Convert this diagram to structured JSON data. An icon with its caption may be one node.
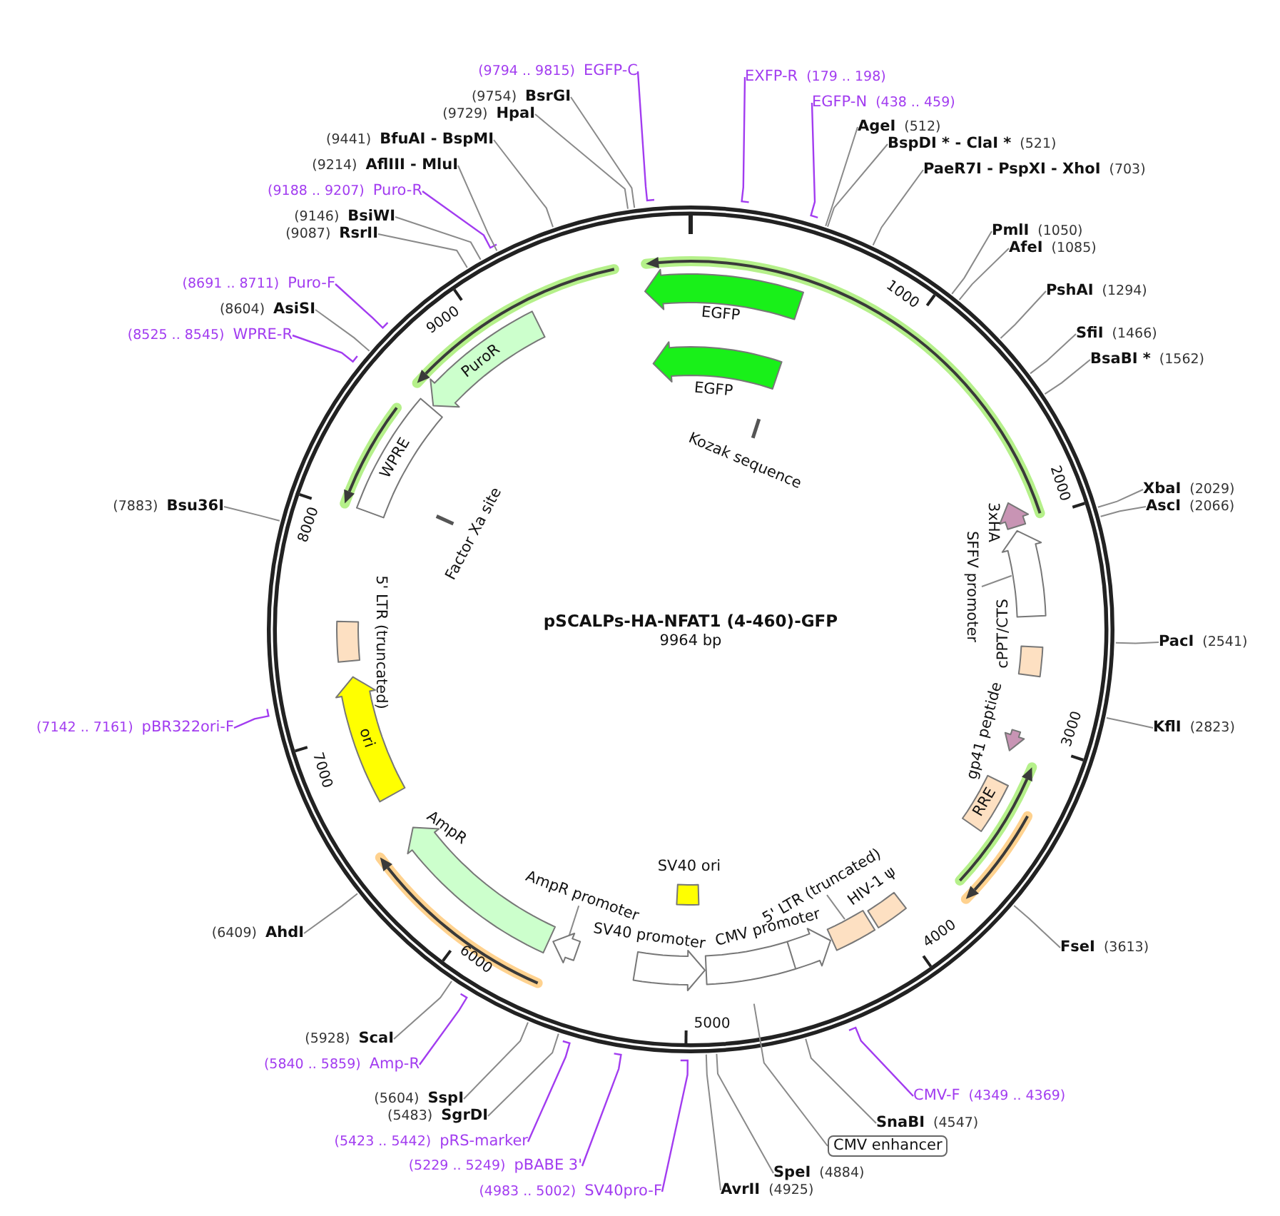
{
  "diagram": {
    "title": "pSCALPs-HA-NFAT1 (4-460)-GFP",
    "nodes": [
      {
        "text": [
          "EXFP-R",
          "(179 .. 198)"
        ]
      },
      {
        "text": [
          "EGFP-N",
          "(438 .. 459)"
        ]
      },
      {
        "text": [
          "AgeI",
          "(512)"
        ]
      },
      {
        "text": [
          "BspDI * - ClaI *",
          "(521)"
        ]
      },
      {
        "text": [
          "PaeR7I - PspXI - XhoI",
          "(703)"
        ]
      },
      {
        "text": [
          "PmlI",
          "(1050)"
        ]
      },
      {
        "text": [
          "AfeI",
          "(1085)"
        ]
      },
      {
        "text": [
          "PshAI",
          "(1294)"
        ]
      },
      {
        "text": [
          "SfiI",
          "(1466)"
        ]
      },
      {
        "text": [
          "BsaBI *",
          "(1562)"
        ]
      },
      {
        "text": [
          "XbaI",
          "(2029)"
        ]
      },
      {
        "text": [
          "AscI",
          "(2066)"
        ]
      },
      {
        "text": [
          "PacI",
          "(2541)"
        ]
      },
      {
        "text": [
          "KflI",
          "(2823)"
        ]
      },
      {
        "text": [
          "FseI",
          "(3613)"
        ]
      },
      {
        "text": [
          "CMV-F",
          "(4349 .. 4369)"
        ]
      },
      {
        "text": [
          "SnaBI",
          "(4547)"
        ]
      },
      {
        "text": [
          "CMV enhancer"
        ]
      },
      {
        "text": [
          "SpeI",
          "(4884)"
        ]
      },
      {
        "text": [
          "AvrII",
          "(4925)"
        ]
      },
      {
        "text": [
          "(4983 .. 5002)",
          "SV40pro-F"
        ]
      },
      {
        "text": [
          "(5229 .. 5249)",
          "pBABE 3'"
        ]
      },
      {
        "text": [
          "(5423 .. 5442)",
          "pRS-marker"
        ]
      },
      {
        "text": [
          "(5483)",
          "SgrDI"
        ]
      },
      {
        "text": [
          "(5604)",
          "SspI"
        ]
      },
      {
        "text": [
          "(5840 .. 5859)",
          "Amp-R"
        ]
      },
      {
        "text": [
          "(5928)",
          "ScaI"
        ]
      },
      {
        "text": [
          "(6409)",
          "AhdI"
        ]
      },
      {
        "text": [
          "(7142 .. 7161)",
          "pBR322ori-F"
        ]
      },
      {
        "text": [
          "(7883)",
          "Bsu36I"
        ]
      },
      {
        "text": [
          "(8525 .. 8545)",
          "WPRE-R"
        ]
      },
      {
        "text": [
          "(8604)",
          "AsiSI"
        ]
      },
      {
        "text": [
          "(8691 .. 8711)",
          "Puro-F"
        ]
      },
      {
        "text": [
          "(9087)",
          "RsrII"
        ]
      },
      {
        "text": [
          "(9146)",
          "BsiWI"
        ]
      },
      {
        "text": [
          "(9188 .. 9207)",
          "Puro-R"
        ]
      },
      {
        "text": [
          "(9214)",
          "AflIII - MluI"
        ]
      },
      {
        "text": [
          "(9441)",
          "BfuAI - BspMI"
        ]
      },
      {
        "text": [
          "(9729)",
          "HpaI"
        ]
      },
      {
        "text": [
          "(9754)",
          "BsrGI"
        ]
      },
      {
        "text": [
          "(9794 .. 9815)",
          "EGFP-C"
        ]
      },
      {
        "text": [
          "EGFP"
        ]
      },
      {
        "text": [
          "EGFP"
        ]
      },
      {
        "text": [
          "Kozak sequence"
        ]
      },
      {
        "text": [
          "3xHA"
        ]
      },
      {
        "text": [
          "SFFV promoter"
        ]
      },
      {
        "text": [],
        "shape": "arrow"
      },
      {
        "text": [
          "cPPT/CTS"
        ]
      },
      {
        "text": [
          "gp41 peptide"
        ]
      },
      {
        "text": [
          "RRE"
        ]
      },
      {
        "text": [
          "HIV-1 ψ"
        ]
      },
      {
        "text": [
          "5' LTR (truncated)"
        ]
      },
      {
        "text": [],
        "shape": "box"
      },
      {
        "text": [
          "CMV promoter"
        ]
      },
      {
        "text": [
          "SV40 ori"
        ]
      },
      {
        "text": [
          "SV40 promoter"
        ]
      },
      {
        "text": [
          "AmpR promoter"
        ]
      },
      {
        "text": [],
        "shape": "arrow"
      },
      {
        "text": [
          "AmpR"
        ]
      },
      {
        "text": [
          "ori"
        ]
      },
      {
        "text": [
          "5' LTR (truncated)"
        ]
      },
      {
        "text": [
          "Factor Xa site"
        ]
      },
      {
        "text": [
          "WPRE"
        ]
      },
      {
        "text": [
          "PuroR"
        ]
      }
    ],
    "edges": [
      {
        "from": 0,
        "to": null,
        "arrow": "none",
        "color": "#a23cf0"
      },
      {
        "from": 1,
        "to": null,
        "arrow": "none",
        "color": "#a23cf0"
      },
      {
        "from": 2,
        "to": null,
        "arrow": "none"
      },
      {
        "from": 3,
        "to": null,
        "arrow": "none"
      },
      {
        "from": 4,
        "to": null,
        "arrow": "none"
      },
      {
        "from": 5,
        "to": null,
        "arrow": "none"
      },
      {
        "from": 6,
        "to": null,
        "arrow": "none"
      },
      {
        "from": 7,
        "to": null,
        "arrow": "none"
      },
      {
        "from": 8,
        "to": null,
        "arrow": "none"
      },
      {
        "from": 9,
        "to": null,
        "arrow": "none"
      },
      {
        "from": 10,
        "to": null,
        "arrow": "none"
      },
      {
        "from": 11,
        "to": null,
        "arrow": "none"
      },
      {
        "from": 12,
        "to": null,
        "arrow": "none"
      },
      {
        "from": 13,
        "to": null,
        "arrow": "none"
      },
      {
        "from": 14,
        "to": null,
        "arrow": "none"
      },
      {
        "from": 15,
        "to": null,
        "arrow": "none",
        "color": "#a23cf0"
      },
      {
        "from": 16,
        "to": null,
        "arrow": "none"
      },
      {
        "from": 17,
        "to": null,
        "arrow": "none"
      },
      {
        "from": 18,
        "to": null,
        "arrow": "none"
      },
      {
        "from": 19,
        "to": null,
        "arrow": "none"
      },
      {
        "from": 20,
        "to": null,
        "arrow": "none",
        "color": "#a23cf0"
      },
      {
        "from": 21,
        "to": null,
        "arrow": "none",
        "color": "#a23cf0"
      },
      {
        "from": 22,
        "to": null,
        "arrow": "none",
        "color": "#a23cf0"
      },
      {
        "from": 23,
        "to": null,
        "arrow": "none"
      },
      {
        "from": 24,
        "to": null,
        "arrow": "none"
      },
      {
        "from": 25,
        "to": null,
        "arrow": "none",
        "color": "#a23cf0"
      },
      {
        "from": 26,
        "to": null,
        "arrow": "none"
      },
      {
        "from": 27,
        "to": null,
        "arrow": "none"
      },
      {
        "from": 28,
        "to": null,
        "arrow": "none",
        "color": "#a23cf0"
      },
      {
        "from": 29,
        "to": null,
        "arrow": "none"
      },
      {
        "from": 30,
        "to": null,
        "arrow": "none",
        "color": "#a23cf0"
      },
      {
        "from": 31,
        "to": null,
        "arrow": "none"
      },
      {
        "from": 32,
        "to": null,
        "arrow": "none",
        "color": "#a23cf0"
      },
      {
        "from": 33,
        "to": null,
        "arrow": "none"
      },
      {
        "from": 34,
        "to": null,
        "arrow": "none"
      },
      {
        "from": 35,
        "to": null,
        "arrow": "none",
        "color": "#a23cf0"
      },
      {
        "from": 36,
        "to": null,
        "arrow": "none"
      },
      {
        "from": 37,
        "to": null,
        "arrow": "none"
      },
      {
        "from": 38,
        "to": null,
        "arrow": "none"
      },
      {
        "from": 39,
        "to": null,
        "arrow": "none"
      },
      {
        "from": 40,
        "to": null,
        "arrow": "none",
        "color": "#a23cf0"
      },
      {
        "from": 45,
        "to": 46,
        "arrow": "none"
      },
      {
        "from": 51,
        "to": 52,
        "arrow": "none"
      },
      {
        "from": 56,
        "to": 57,
        "arrow": "none"
      }
    ],
    "labels": [
      "9964 bp",
      "1000",
      "2000",
      "3000",
      "4000",
      "5000",
      "6000",
      "7000",
      "8000",
      "9000"
    ]
  }
}
